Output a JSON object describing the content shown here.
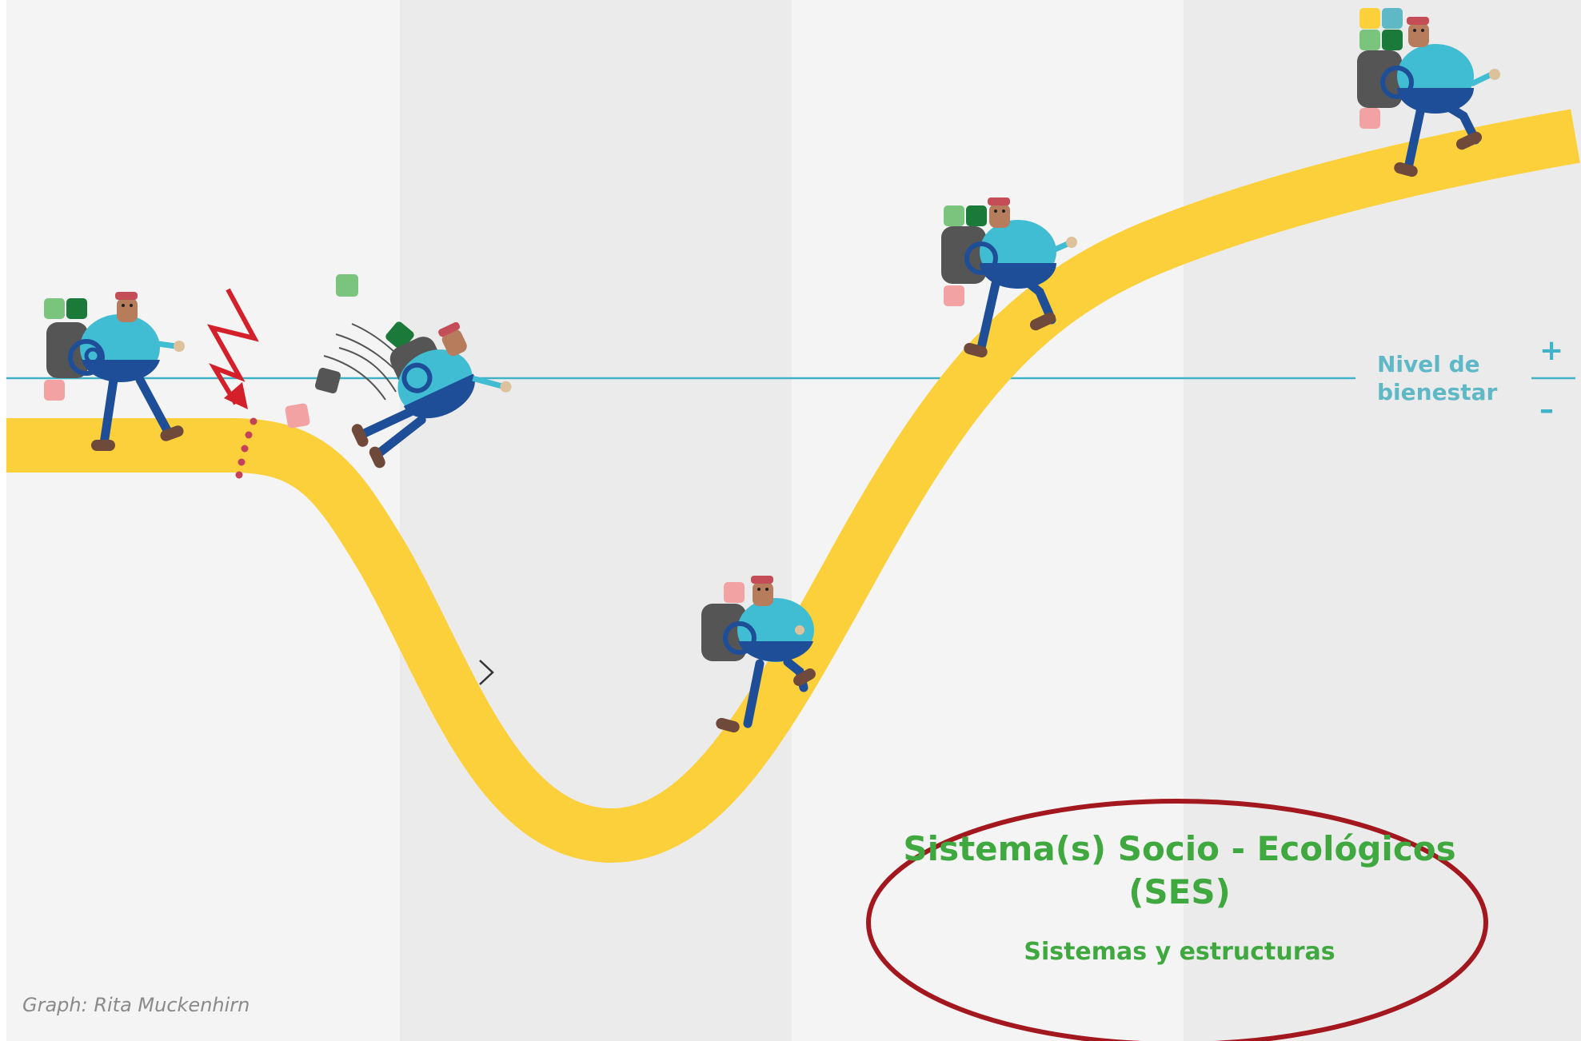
{
  "wellbeing": {
    "label_line1": "Nivel de",
    "label_line2": "bienestar",
    "plus": "+",
    "minus": "–"
  },
  "credit": "Graph: Rita Muckenhirn",
  "ses": {
    "title_line1": "Sistema(s) Socio - Ecológicos",
    "title_line2": "(SES)",
    "subtitle": "Sistemas y estructuras"
  },
  "colors": {
    "path": "#fbd03a",
    "wellbeing_line": "#40b3c8",
    "ses_text": "#3fa83f",
    "ellipse": "#a3171e",
    "shock": "#d3202a",
    "body": "#40bcd3",
    "pants": "#1f4e99",
    "pack": "#555555"
  }
}
